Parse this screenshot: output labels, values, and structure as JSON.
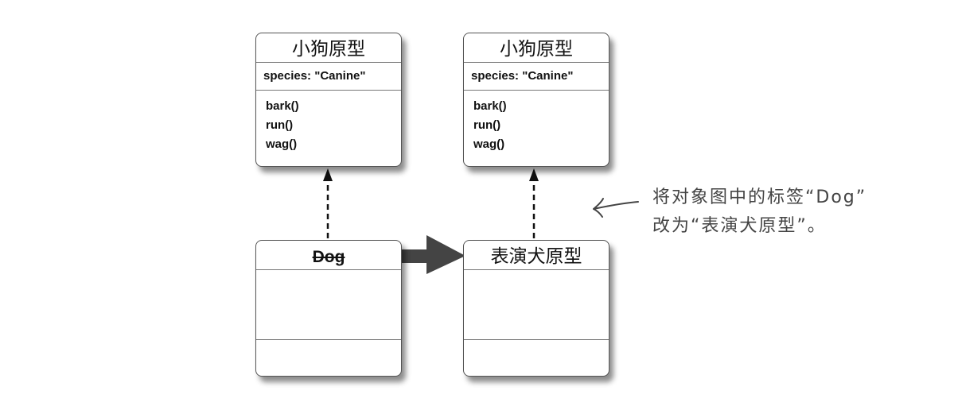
{
  "prototypes": [
    {
      "title": "小狗原型",
      "attribute": "species: \"Canine\"",
      "methods": [
        "bark()",
        "run()",
        "wag()"
      ]
    },
    {
      "title": "小狗原型",
      "attribute": "species: \"Canine\"",
      "methods": [
        "bark()",
        "run()",
        "wag()"
      ]
    }
  ],
  "objects": [
    {
      "title": "Dog",
      "struck_through": true
    },
    {
      "title": "表演犬原型",
      "struck_through": false
    }
  ],
  "note": {
    "line1": "将对象图中的标签“Dog”",
    "line2": "改为“表演犬原型”。"
  }
}
